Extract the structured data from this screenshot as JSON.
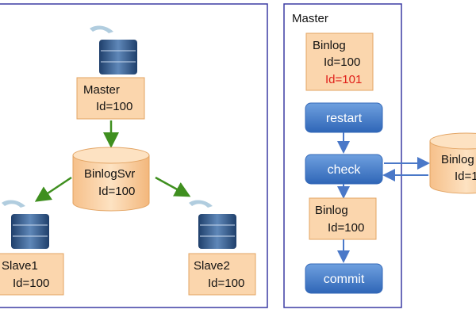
{
  "colors": {
    "panel_border": "#3b3ba3",
    "orange_fill": "#fbd6ad",
    "orange_stroke": "#e3a463",
    "arrow_green": "#3f8f1f",
    "arrow_blue": "#4a78c8",
    "button_blue": "#3f79c9",
    "highlight_red": "#e0201a"
  },
  "left_panel": {
    "master": {
      "title": "Master",
      "id": "Id=100"
    },
    "binlogsvr": {
      "title": "BinlogSvr",
      "id": "Id=100"
    },
    "slave1": {
      "title": "Slave1",
      "id": "Id=100"
    },
    "slave2": {
      "title": "Slave2",
      "id": "Id=100"
    }
  },
  "right_panel": {
    "title": "Master",
    "binlog_top": {
      "title": "Binlog",
      "id": "Id=100",
      "id_new": "Id=101"
    },
    "restart_label": "restart",
    "check_label": "check",
    "binlog_mid": {
      "title": "Binlog",
      "id": "Id=100"
    },
    "commit_label": "commit",
    "binlog_right": {
      "title": "Binlog",
      "id": "Id=1"
    }
  }
}
